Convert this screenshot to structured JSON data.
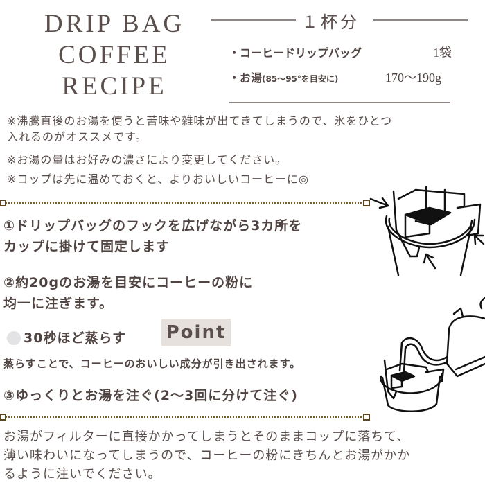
{
  "header": {
    "title_lines": [
      "DRIP BAG",
      "COFFEE",
      "RECIPE"
    ]
  },
  "serving": {
    "label": "１杯分",
    "ingredients": [
      {
        "name": "・コーヒードリップバッグ",
        "note": "",
        "amount": "1袋"
      },
      {
        "name": "・お湯",
        "note": "(85〜95°を目安に)",
        "amount": "170〜190g"
      }
    ]
  },
  "notes": [
    "※沸騰直後のお湯を使うと苦味や雑味が出てきてしまうので、氷をひとつ",
    "入れるのがオススメです。",
    "※お湯の量はお好みの濃さにより変更してください。",
    "※コップは先に温めておくと、よりおいしいコーヒーに◎"
  ],
  "steps": {
    "step1": [
      "①ドリップバッグのフックを広げながら3カ所を",
      "カップに掛けて固定します"
    ],
    "step2": [
      "②約20gのお湯を目安にコーヒーの粉に",
      "均一に注ぎます。"
    ],
    "steam": {
      "label": "30秒ほど蒸らす",
      "badge": "Point",
      "description": "蒸らすことで、コーヒーのおいしい成分が引き出されます。"
    },
    "step3": "③ゆっくりとお湯を注ぐ(2〜3回に分けて注ぐ)"
  },
  "footer_paragraph": [
    "お湯がフィルターに直接かかってしまうとそのままコップに落ちて、",
    "薄い味わいになってしまうので、コーヒーの粉にきちんとお湯がかか",
    "るように注いでください。"
  ],
  "illustrations": {
    "top": "drip-bag-hooked-on-cup-icon",
    "bottom": "kettle-pouring-into-drip-bag-icon"
  },
  "colors": {
    "text": "#5a4f4c",
    "divider": "#7a5c2a",
    "badge_bg": "#e7e1dd"
  }
}
